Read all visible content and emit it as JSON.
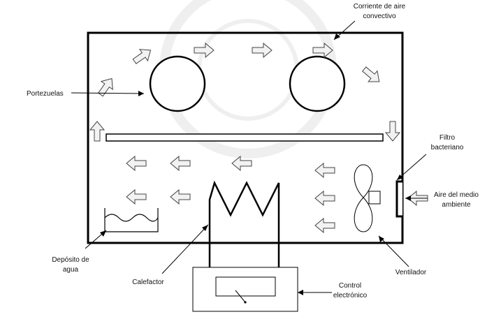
{
  "labels": {
    "corriente_line1": "Corriente de aire",
    "corriente_line2": "convectivo",
    "portezuelas": "Portezuelas",
    "filtro_line1": "Filtro",
    "filtro_line2": "bacteriano",
    "aire_line1": "Aire del medio",
    "aire_line2": "ambiente",
    "deposito_line1": "Depósito de",
    "deposito_line2": "agua",
    "ventilador": "Ventilador",
    "calefactor": "Calefactor",
    "control_line1": "Control",
    "control_line2": "electrónico"
  },
  "colors": {
    "stroke": "#000000",
    "arrow_fill": "#f2f2f2",
    "arrow_stroke": "#444444",
    "watermark": "#efefef"
  }
}
